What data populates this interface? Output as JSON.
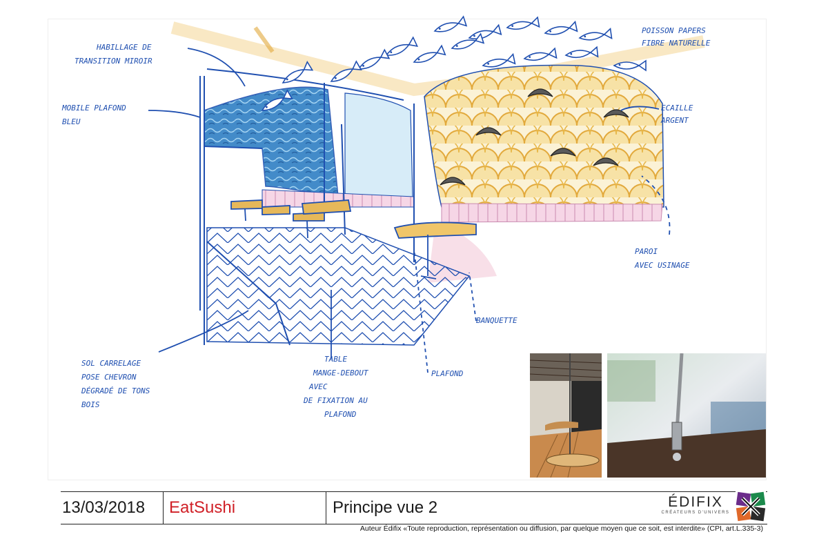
{
  "footer": {
    "date": "13/03/2018",
    "client": "EatSushi",
    "title": "Principe vue 2",
    "brand": "ÉDIFIX",
    "brand_tagline": "CRÉATEURS D'UNIVERS",
    "copyright": "Auteur Édifix «Toute reproduction, représentation ou diffusion, par quelque moyen que ce soit, est interdite» (CPI, art.L.335-3)"
  },
  "annotations": [
    "HABILLAGE DE TRANSITION MIROIR",
    "POISSON PAPERS FIBRE NATURELLE",
    "ECAILLE ARGENT",
    "SOL CARRELAGE POSE CHEVRON",
    "TABLE MANGE-DEBOUT",
    "PLAFOND",
    "BANQUETTE"
  ],
  "colors": {
    "ink": "#1f4fb0",
    "client": "#d01f26",
    "scales": "#e8b84a"
  },
  "icons": [
    "fish-icon",
    "edifix-logo"
  ]
}
